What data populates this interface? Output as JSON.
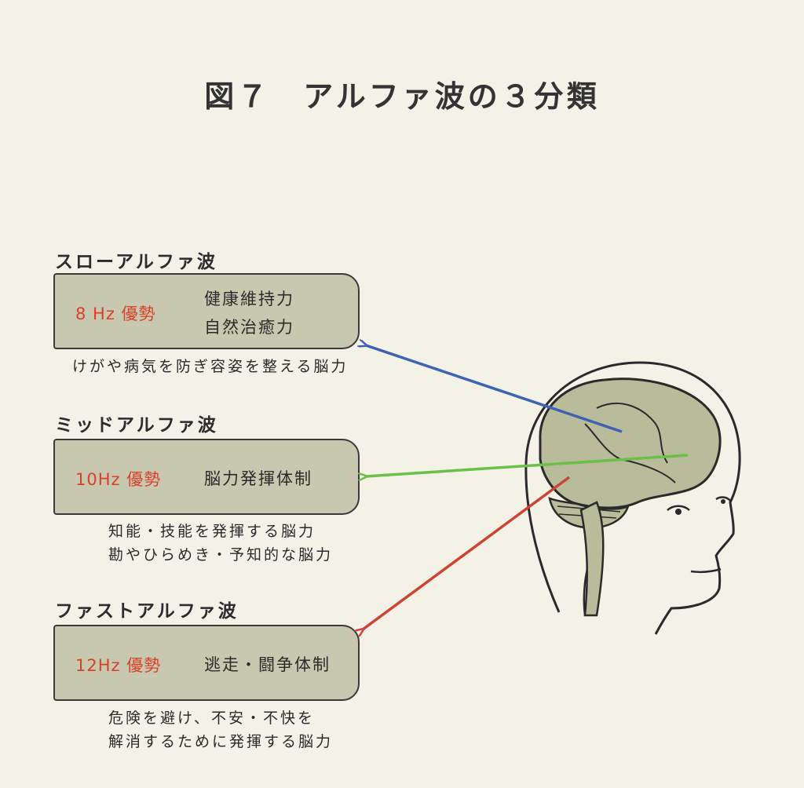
{
  "title": "図７　アルファ波の３分類",
  "waves": [
    {
      "heading": "スローアルファ波",
      "frequency": "8 Hz 優勢",
      "ability_lines": [
        "健康維持力",
        "自然治癒力"
      ],
      "description_lines": [
        "けがや病気を防ぎ容姿を整える脳力"
      ],
      "arrow_color": "#3f62b5"
    },
    {
      "heading": "ミッドアルファ波",
      "frequency": "10Hz 優勢",
      "ability_lines": [
        "脳力発揮体制"
      ],
      "description_lines": [
        "知能・技能を発揮する脳力",
        "勘やひらめき・予知的な脳力"
      ],
      "arrow_color": "#6cc04a"
    },
    {
      "heading": "ファストアルファ波",
      "frequency": "12Hz 優勢",
      "ability_lines": [
        "逃走・闘争体制"
      ],
      "description_lines": [
        "危険を避け、不安・不快を",
        "解消するために発揮する脳力"
      ],
      "arrow_color": "#cc4434"
    }
  ],
  "colors": {
    "background": "#f4f1e6",
    "box_fill": "#c7c8af",
    "frequency_text": "#d8412a",
    "brain_fill": "#b9bc9b"
  },
  "illustration": "head-brain-illustration"
}
